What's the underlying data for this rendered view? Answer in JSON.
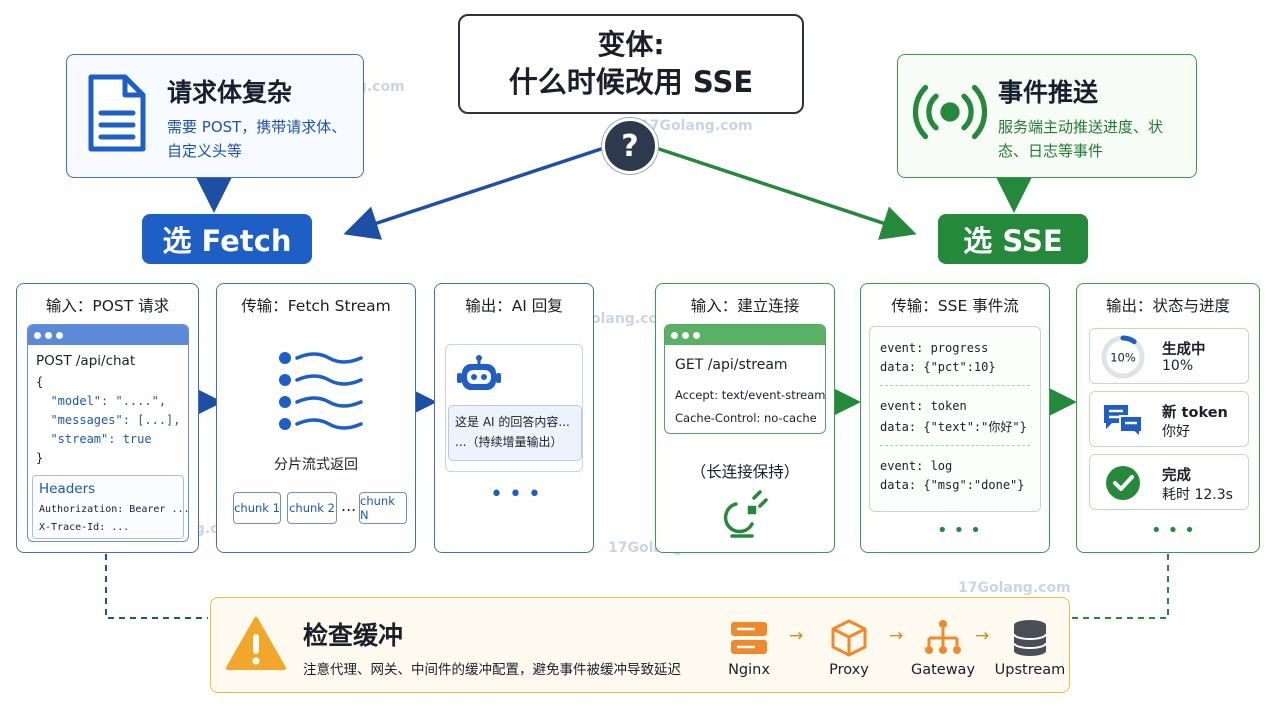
{
  "title": {
    "line1": "变体:",
    "line2": "什么时候改用 SSE"
  },
  "question_symbol": "?",
  "watermark": "17Golang.com",
  "left_card": {
    "heading": "请求体复杂",
    "description": "需要 POST，携带请求体、自定义头等",
    "icon": "document-icon"
  },
  "right_card": {
    "heading": "事件推送",
    "description": "服务端主动推送进度、状态、日志等事件",
    "icon": "broadcast-icon"
  },
  "choices": {
    "fetch": "选 Fetch",
    "sse": "选 SSE"
  },
  "fetch_flow": {
    "input": {
      "title": "输入：POST 请求",
      "request_line": "POST /api/chat",
      "code": [
        "{",
        "  \"model\": \"....\",",
        "  \"messages\": [...],",
        "  \"stream\": true",
        "}"
      ],
      "headers_label": "Headers",
      "headers": [
        "Authorization: Bearer ...",
        "X-Trace-Id: ..."
      ]
    },
    "transfer": {
      "title": "传输：Fetch Stream",
      "label": "分片流式返回",
      "chunks": [
        "chunk 1",
        "chunk 2",
        "chunk N"
      ],
      "ellipsis": "..."
    },
    "output": {
      "title": "输出：AI 回复",
      "reply_line1": "这是 AI 的回答内容...",
      "reply_line2": "...（持续增量输出）",
      "more": "•••"
    }
  },
  "sse_flow": {
    "input": {
      "title": "输入：建立连接",
      "request_line": "GET  /api/stream",
      "header1": "Accept: text/event-stream",
      "header2": "Cache-Control: no-cache",
      "note": "（长连接保持）"
    },
    "transfer": {
      "title": "传输：SSE 事件流",
      "events": [
        {
          "event": "event: progress",
          "data": "data: {\"pct\":10}"
        },
        {
          "event": "event: token",
          "data": "data: {\"text\":\"你好\"}"
        },
        {
          "event": "event: log",
          "data": "data: {\"msg\":\"done\"}"
        }
      ],
      "more": "•••"
    },
    "output": {
      "title": "输出：状态与进度",
      "progress_label": "10%",
      "progress_value": 0.1,
      "items": [
        {
          "title": "生成中",
          "detail": "10%"
        },
        {
          "title": "新 token",
          "detail": "你好"
        },
        {
          "title": "完成",
          "detail": "耗时 12.3s"
        }
      ],
      "more": "•••"
    }
  },
  "warning": {
    "title": "检查缓冲",
    "description": "注意代理、网关、中间件的缓冲配置，避免事件被缓冲导致延迟",
    "chain": [
      "Nginx",
      "Proxy",
      "Gateway",
      "Upstream"
    ],
    "arrow": "→"
  },
  "colors": {
    "blue": "#1d5fc4",
    "green": "#24893a",
    "warning": "#f0a72c",
    "dark": "#2d3a4d"
  }
}
